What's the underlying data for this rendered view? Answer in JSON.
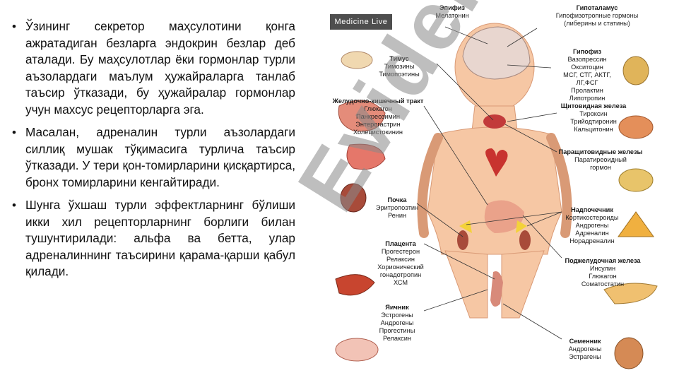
{
  "bullets": [
    "Ўзининг секретор маҳсулотини қонга ажратадиган безларга эндокрин безлар деб аталади. Бу маҳсулотлар ёки гормонлар турли аъзолардаги маълум ҳужайраларга танлаб таъсир ўтказади, бу ҳужайралар гормонлар учун махсус рецепторларга эга.",
    "Масалан, адреналин турли аъзолардаги силлиқ мушак тўқимасига турлича таъсир ўтказади. У тери қон-томирларини қисқартирса, бронх томирларини кенгайтиради.",
    "Шунга ўхшаш турли эффектларнинг бўлиши икки хил рецепторларнинг борлиги билан тушунтирилади: альфа ва бетта, улар адреналиннинг таъсирини қарама-қарши қабул қилади."
  ],
  "figure": {
    "brand": "Medicine Live",
    "watermark": "Evidenz",
    "labels": {
      "epifiz": {
        "title": "Эпифиз",
        "lines": [
          "Мелатонин"
        ]
      },
      "gipotalamus": {
        "title": "Гипоталамус",
        "lines": [
          "Гипофизотропные гормоны",
          "(либерины и статины)"
        ]
      },
      "timus": {
        "title": "Тимус",
        "lines": [
          "Тимозины",
          "Тимопоэтины"
        ]
      },
      "gipofiz": {
        "title": "Гипофиз",
        "lines": [
          "Вазопрессин",
          "Окситоцин",
          "МСГ, СТГ, АКТГ,",
          "ЛГ,ФСГ",
          "Пролактин",
          "Липотропин"
        ]
      },
      "zhkt": {
        "title": "Желудочно-кишечный тракт",
        "lines": [
          "Глюкагон",
          "Панкреозимин",
          "Энтерогастрин",
          "Холецистокинин"
        ]
      },
      "shchitovidnaya": {
        "title": "Щитовидная железа",
        "lines": [
          "Тироксин",
          "Трийодтиронин",
          "Кальцитонин"
        ]
      },
      "parashchitovidnye": {
        "title": "Паращитовидные железы",
        "lines": [
          "Паратиреоидный",
          "гормон"
        ]
      },
      "pochka": {
        "title": "Почка",
        "lines": [
          "Эритропоэтин",
          "Ренин"
        ]
      },
      "nadpochechnik": {
        "title": "Надпочечник",
        "lines": [
          "Кортикостероиды",
          "Андрогены",
          "Адреналин",
          "Норадреналин"
        ]
      },
      "platsenta": {
        "title": "Плацента",
        "lines": [
          "Прогестерон",
          "Релаксин",
          "Хорионический",
          "гонадотропин",
          "ХСМ"
        ]
      },
      "podzheludochnaya": {
        "title": "Поджелудочная железа",
        "lines": [
          "Инсулин",
          "Глюкагон",
          "Соматостатин"
        ]
      },
      "yaichnik": {
        "title": "Яичник",
        "lines": [
          "Эстрогены",
          "Андрогены",
          "Прогестины",
          "Релаксин"
        ]
      },
      "semennik": {
        "title": "Семенник",
        "lines": [
          "Андрогены",
          "Эстрагены"
        ]
      }
    }
  }
}
